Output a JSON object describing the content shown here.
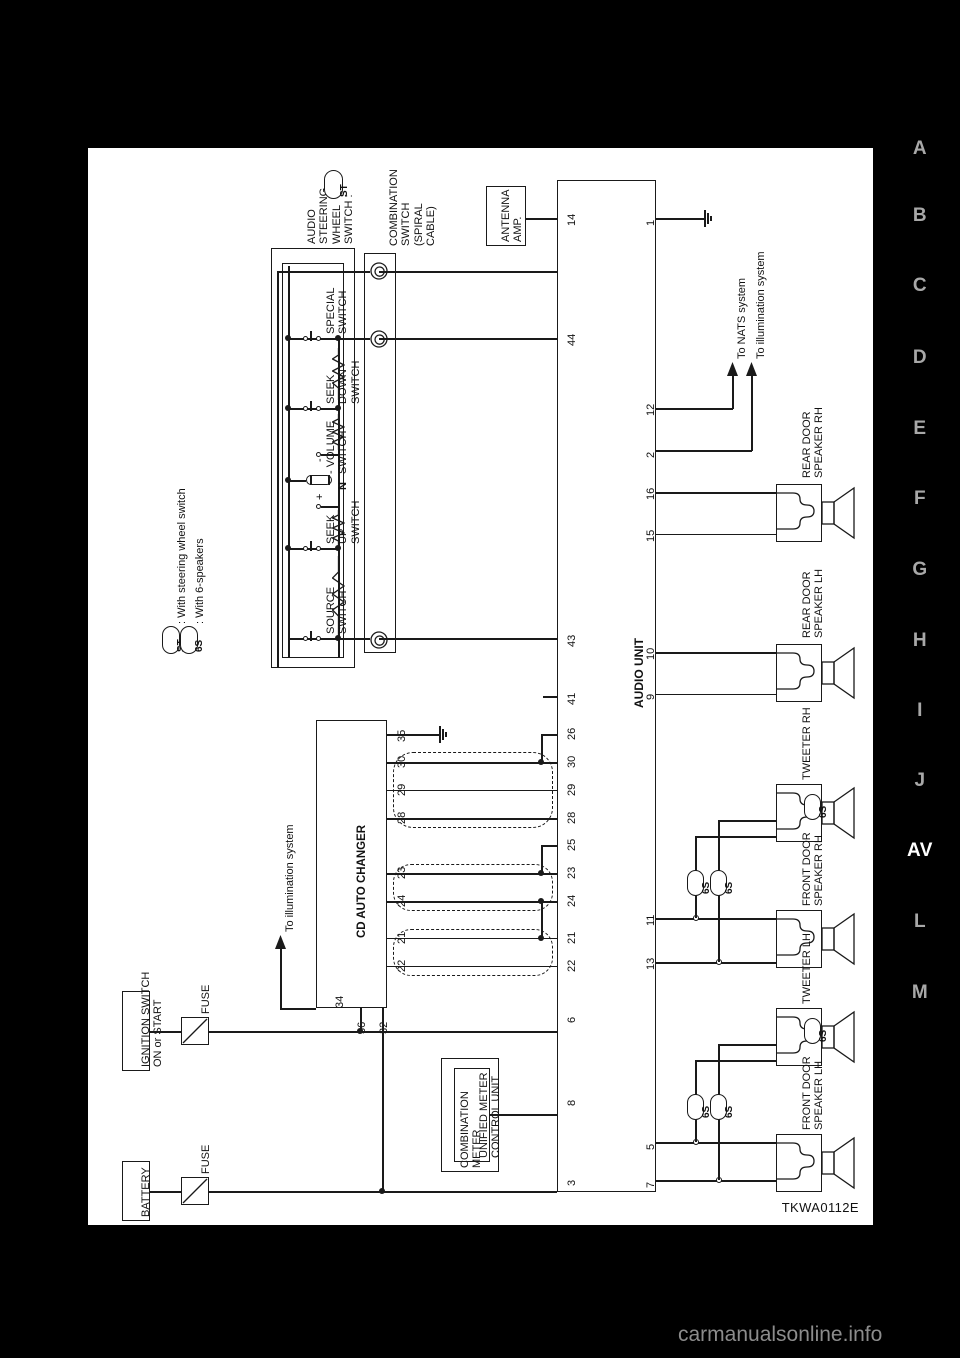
{
  "document": {
    "figure_code": "TKWA0112E",
    "watermark": "carmanualsonline.info"
  },
  "index_rail": {
    "items": [
      {
        "label": "A",
        "active": false
      },
      {
        "label": "B",
        "active": false
      },
      {
        "label": "C",
        "active": false
      },
      {
        "label": "D",
        "active": false
      },
      {
        "label": "E",
        "active": false
      },
      {
        "label": "F",
        "active": false
      },
      {
        "label": "G",
        "active": false
      },
      {
        "label": "H",
        "active": false
      },
      {
        "label": "I",
        "active": false
      },
      {
        "label": "J",
        "active": false
      },
      {
        "label": "AV",
        "active": true
      },
      {
        "label": "L",
        "active": false
      },
      {
        "label": "M",
        "active": false
      }
    ]
  },
  "legend": {
    "entries": [
      {
        "symbol": "ST",
        "text": ": With steering wheel switch"
      },
      {
        "symbol": "6S",
        "text": ": With 6-speakers"
      }
    ]
  },
  "blocks": {
    "audio_unit": "AUDIO UNIT",
    "audio_steering_wheel_switch": "AUDIO\nSTEERING\nWHEEL\nSWITCH :",
    "audio_steering_wheel_switch_tag": "ST",
    "combination_switch": "COMBINATION\nSWITCH\n(SPIRAL\nCABLE)",
    "antenna_amp": "ANTENNA\nAMP.",
    "cd_auto_changer": "CD AUTO CHANGER",
    "combination_meter": "COMBINATION\nMETER",
    "unified_meter_control_unit": "UNIFIED METER\nCONTROL UNIT",
    "ignition_switch": "IGNITION SWITCH\nON or START",
    "battery": "BATTERY",
    "fuse": "FUSE"
  },
  "switches": {
    "special": "SPECIAL\nSWITCH",
    "seek_down": "SEEK\nDOWN\nSWITCH",
    "volume": "- VOLUME\n  SWITCH",
    "volume_minus": "-",
    "volume_neutral": "N",
    "volume_plus": "+",
    "seek_up": "SEEK\nUP\nSWITCH",
    "source": "SOURCE\nSWITCH"
  },
  "annotations": {
    "to_nats": "To NATS system",
    "to_illumination_right": "To illumination system",
    "to_illumination_left": "To illumination system"
  },
  "speakers": [
    {
      "name": "REAR DOOR\nSPEAKER RH",
      "tag": null,
      "pins": [
        "16",
        "15"
      ]
    },
    {
      "name": "REAR DOOR\nSPEAKER LH",
      "tag": null,
      "pins": [
        "10",
        "9"
      ]
    },
    {
      "name": "TWEETER RH",
      "tag": "6S",
      "pins": []
    },
    {
      "name": "FRONT DOOR\nSPEAKER RH",
      "tag": null,
      "pins": [
        "11",
        "13"
      ]
    },
    {
      "name": "TWEETER LH",
      "tag": "6S",
      "pins": []
    },
    {
      "name": "FRONT DOOR\nSPEAKER LH",
      "tag": null,
      "pins": [
        "5",
        "7"
      ]
    }
  ],
  "audio_unit_pins": {
    "left_side": [
      "14",
      "44",
      "43",
      "41",
      "26",
      "30",
      "29",
      "28",
      "25",
      "23",
      "24",
      "21",
      "22",
      "6",
      "8",
      "3"
    ],
    "right_side": [
      "1",
      "12",
      "2",
      "16",
      "15",
      "10",
      "9",
      "11",
      "13",
      "5",
      "7"
    ]
  },
  "cd_changer_pins": {
    "top": [
      "35",
      "30",
      "29",
      "28",
      "23",
      "24",
      "21",
      "22"
    ],
    "left": [
      "34"
    ],
    "bottom": [
      "36",
      "32"
    ]
  },
  "branch_tags": [
    "6S",
    "6S",
    "6S",
    "6S"
  ],
  "colors": {
    "line": "#1a1a1a",
    "page": "#ffffff",
    "background": "#000000",
    "rail_text": "#a8a8a8",
    "rail_active": "#ffffff",
    "watermark": "#8c8c8c"
  }
}
